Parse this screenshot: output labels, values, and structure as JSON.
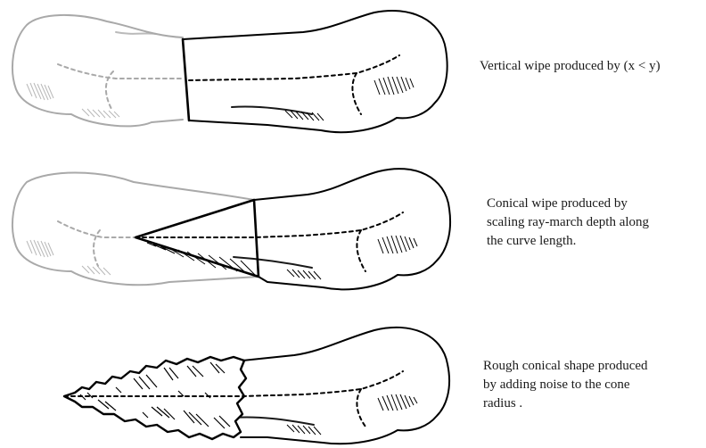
{
  "panels": [
    {
      "id": "vertical",
      "caption": {
        "lines": [
          "Vertical wipe produced by (x < y)"
        ]
      }
    },
    {
      "id": "conical",
      "caption": {
        "lines": [
          "Conical wipe produced by",
          "scaling ray-march depth along",
          "the curve length."
        ]
      }
    },
    {
      "id": "rough",
      "caption": {
        "lines": [
          "Rough conical shape produced",
          "by adding noise to the cone",
          "radius ."
        ]
      }
    }
  ],
  "colors": {
    "ink": "#000000",
    "ghost": "#a9a9a9",
    "ghost_hatch": "#b8b8b8"
  }
}
